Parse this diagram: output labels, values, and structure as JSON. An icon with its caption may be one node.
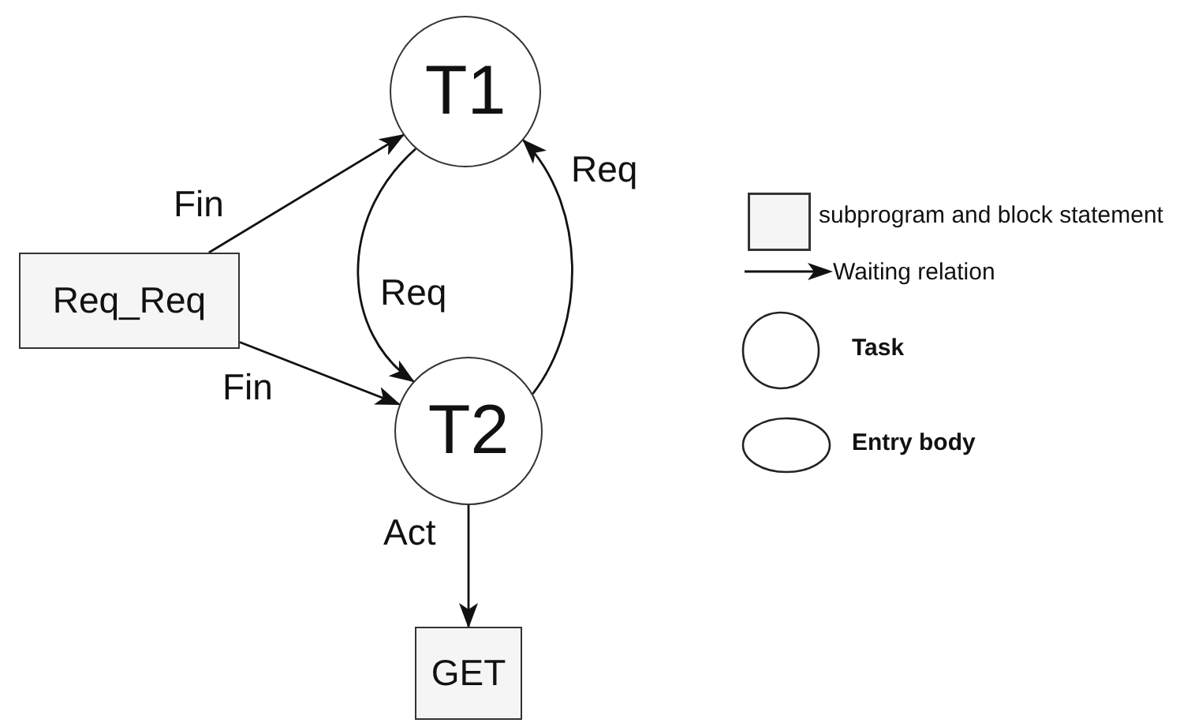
{
  "diagram": {
    "nodes": [
      {
        "text": [
          "T1"
        ]
      },
      {
        "text": [
          "Req_Req"
        ]
      },
      {
        "text": [
          "T2"
        ]
      },
      {
        "text": [
          "GET"
        ]
      }
    ],
    "edges": [
      {
        "from": 1,
        "to": 0,
        "arrow": "to",
        "label": "Fin"
      },
      {
        "from": 1,
        "to": 2,
        "arrow": "to",
        "label": "Fin"
      },
      {
        "from": 0,
        "to": 2,
        "arrow": "to",
        "label": "Req"
      },
      {
        "from": 2,
        "to": 0,
        "arrow": "to",
        "label": "Req"
      },
      {
        "from": 2,
        "to": 3,
        "arrow": "to",
        "label": "Act"
      }
    ],
    "legend": [
      {
        "text": "subprogram and block statement"
      },
      {
        "text": "Waiting relation"
      },
      {
        "text": "Task"
      },
      {
        "text": "Entry body"
      }
    ]
  }
}
